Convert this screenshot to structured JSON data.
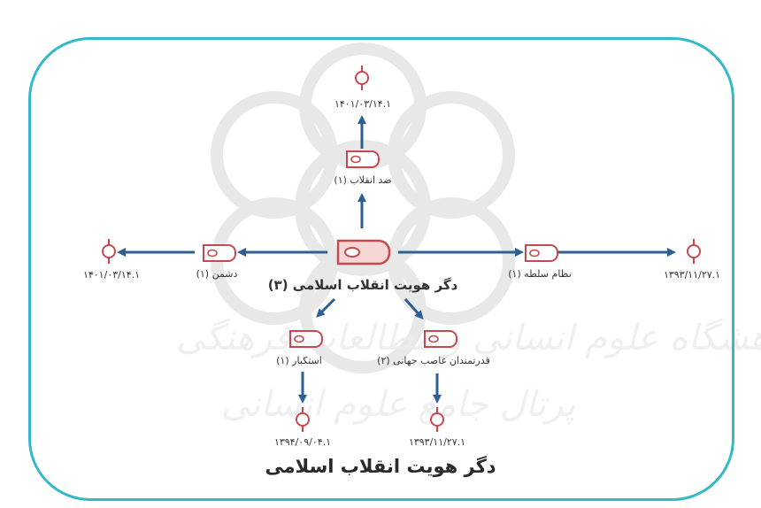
{
  "diagram": {
    "central": {
      "label": "دگر هویت انقلاب اسلامی (۳)"
    },
    "codes": {
      "top": "ضد انقلاب (۱)",
      "left": "دشمن (۱)",
      "right": "نظام سلطه (۱)",
      "bottom_left": "استکبار (۱)",
      "bottom_right": "قدرتمندان غاصب جهانی (۲)"
    },
    "documents": {
      "top": "۱۴۰۱/۰۳/۱۴.۱",
      "left": "۱۴۰۱/۰۳/۱۴.۱",
      "right": "۱۳۹۳/۱۱/۲۷.۱",
      "bottom_left": "۱۳۹۴/۰۹/۰۴.۱",
      "bottom_right": "۱۳۹۳/۱۱/۲۷.۱"
    },
    "caption": "دگر هویت انقلاب اسلامی"
  },
  "colors": {
    "arrow": "#2e5f93",
    "icon": "#c8484f",
    "icon_fill": "#f7d6d6",
    "frame": "#35b9c6",
    "watermark": "#e2e2e2"
  }
}
